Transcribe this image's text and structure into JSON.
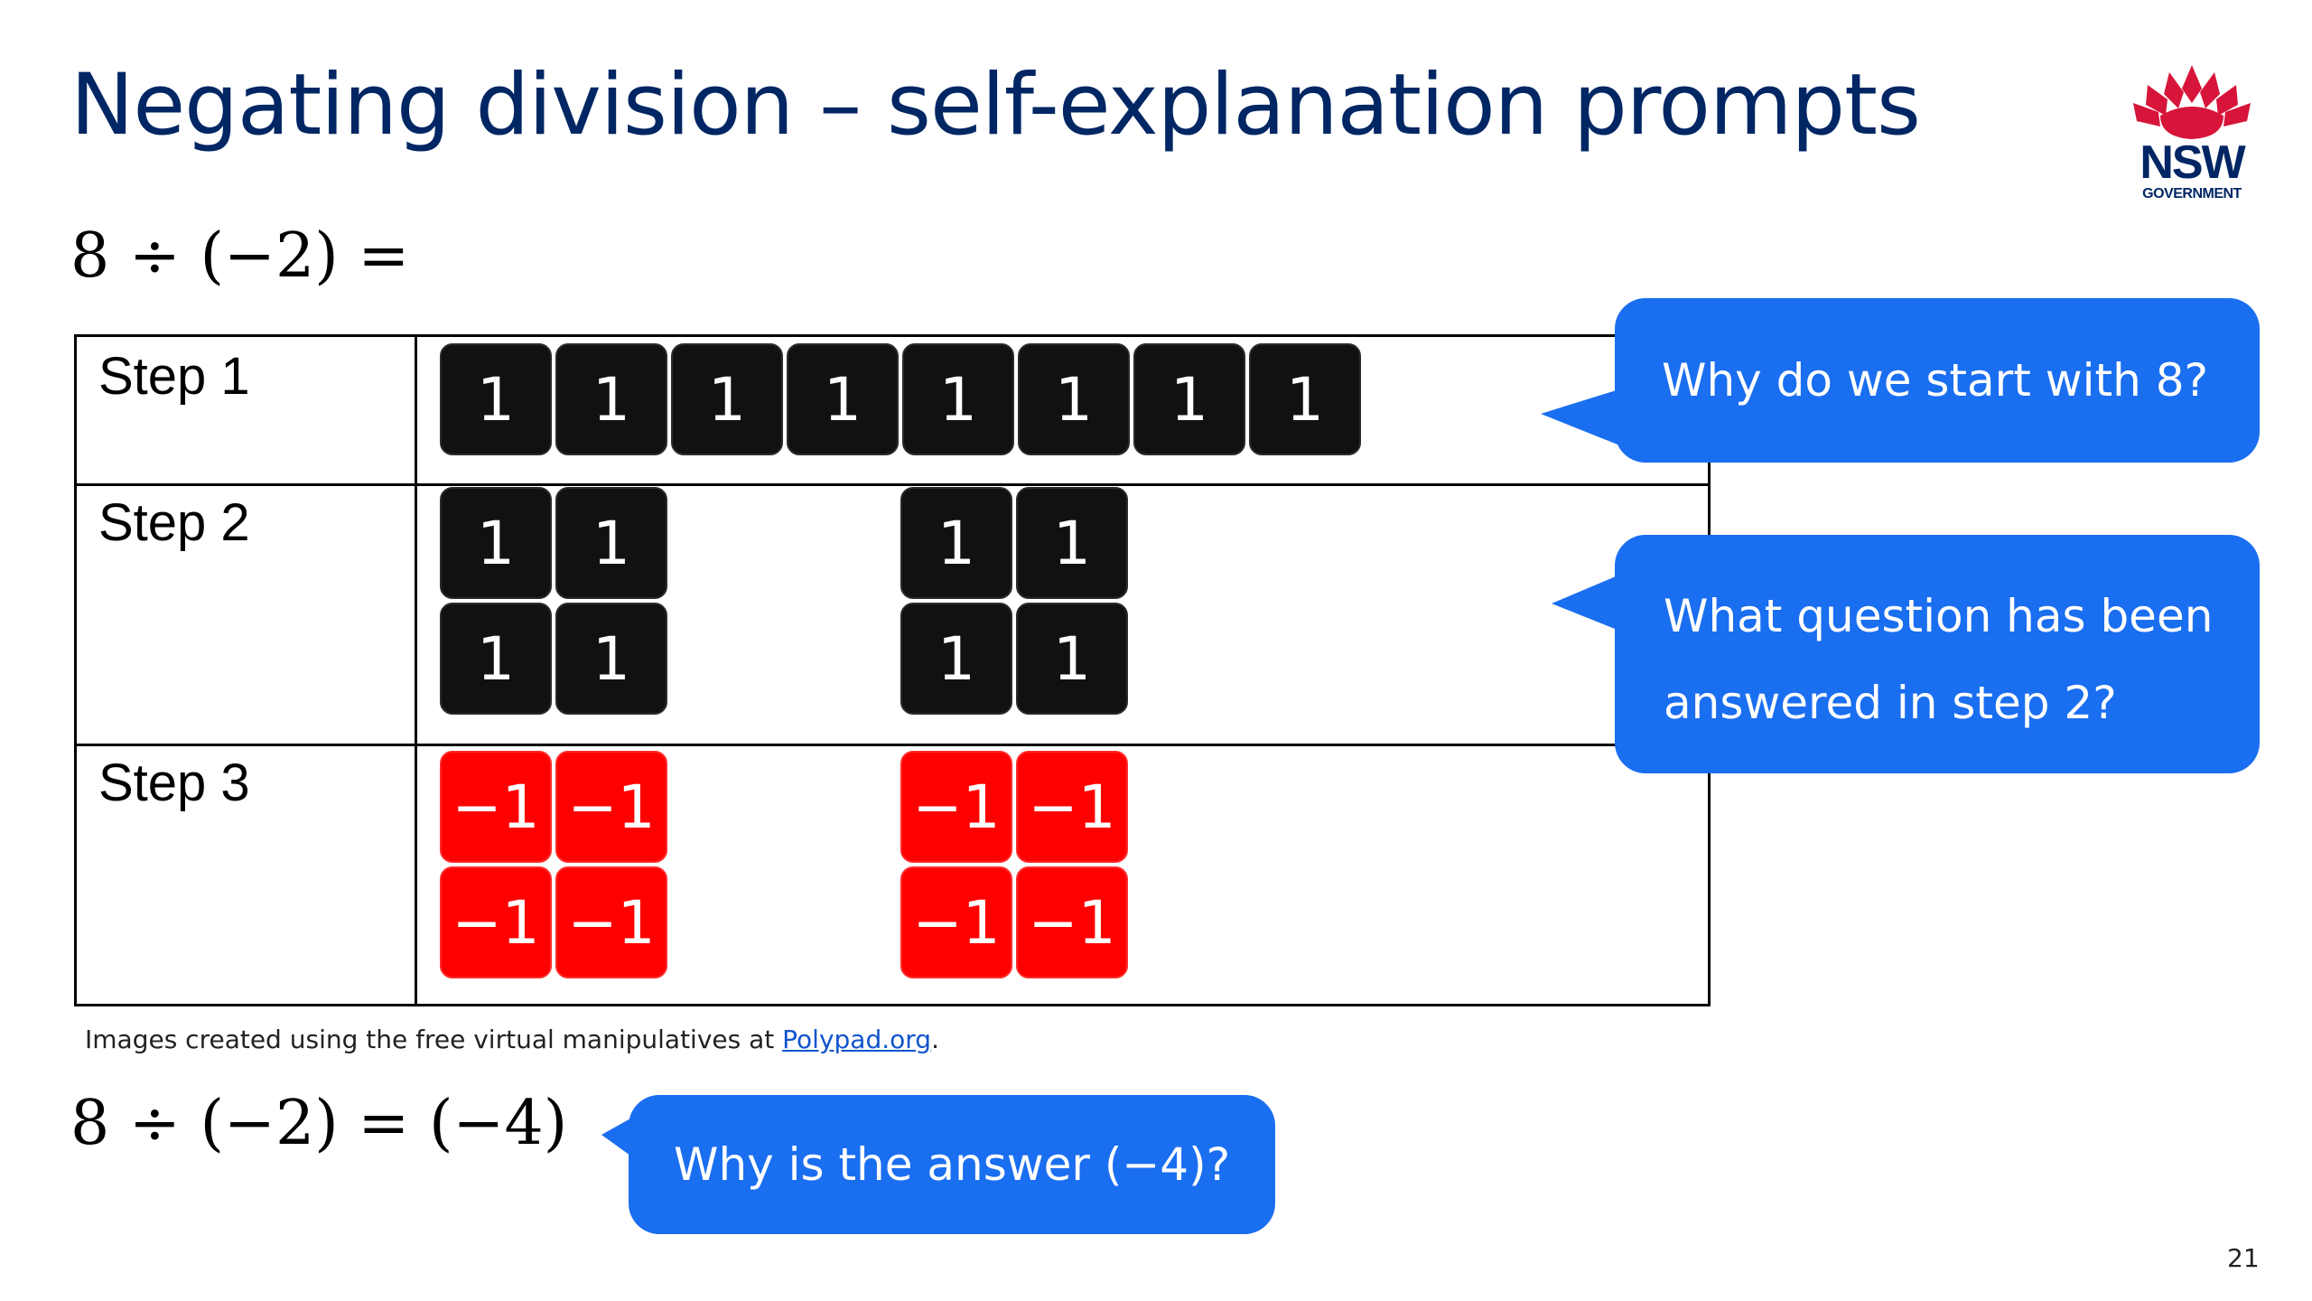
{
  "slide": {
    "title": "Negating division – self-explanation prompts",
    "page_number": "21",
    "logo": {
      "name": "NSW",
      "subtitle": "GOVERNMENT",
      "accent": "#d7153a",
      "brand": "#002664"
    }
  },
  "equation_top": "8 ÷ (−2) =",
  "equation_bottom": "8 ÷ (−2) = (−4)",
  "steps": [
    {
      "label": "Step 1",
      "tile_value": "1",
      "tile_count": 8
    },
    {
      "label": "Step 2",
      "tile_value": "1",
      "tile_count": 8
    },
    {
      "label": "Step 3",
      "tile_value": "−1",
      "tile_count": 8
    }
  ],
  "caption": {
    "prefix": "Images created using the free virtual manipulatives at ",
    "link": "Polypad.org",
    "suffix": "."
  },
  "prompts": [
    {
      "text": "Why do we start with 8?"
    },
    {
      "line1": "What question has been",
      "line2": "answered in step 2?"
    },
    {
      "text": "Why is the answer (−4)?"
    }
  ],
  "colors": {
    "bubble": "#1a6ef0",
    "tile_positive": "#111111",
    "tile_negative": "#ff0000"
  }
}
